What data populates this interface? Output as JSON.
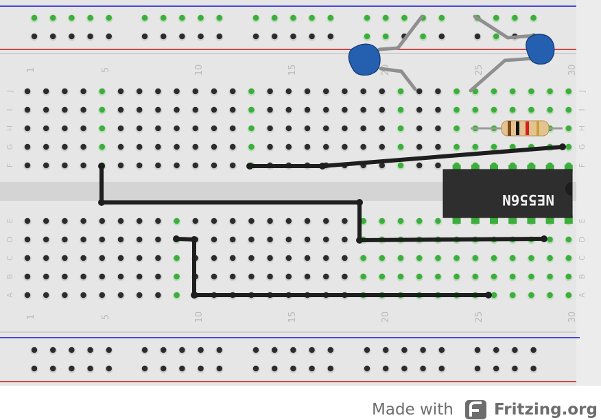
{
  "breadboard": {
    "column_numbers": [
      "1",
      "5",
      "10",
      "15",
      "20",
      "25",
      "30"
    ],
    "row_letters_top": [
      "J",
      "I",
      "H",
      "G",
      "F"
    ],
    "row_letters_bottom": [
      "E",
      "D",
      "C",
      "B",
      "A"
    ]
  },
  "chip": {
    "label": "NE556N"
  },
  "footer": {
    "made_with": "Made with",
    "brand": "Fritzing.org"
  },
  "colors": {
    "board": "#e6e6e6",
    "hole": "#2c2c2c",
    "hole_active": "#3dad3d",
    "wire": "#1e1e1e",
    "rail_red": "#d21010",
    "rail_blue": "#1010d2",
    "capacitor": "#1f5ea8",
    "resistor_body": "#e4c38f"
  }
}
